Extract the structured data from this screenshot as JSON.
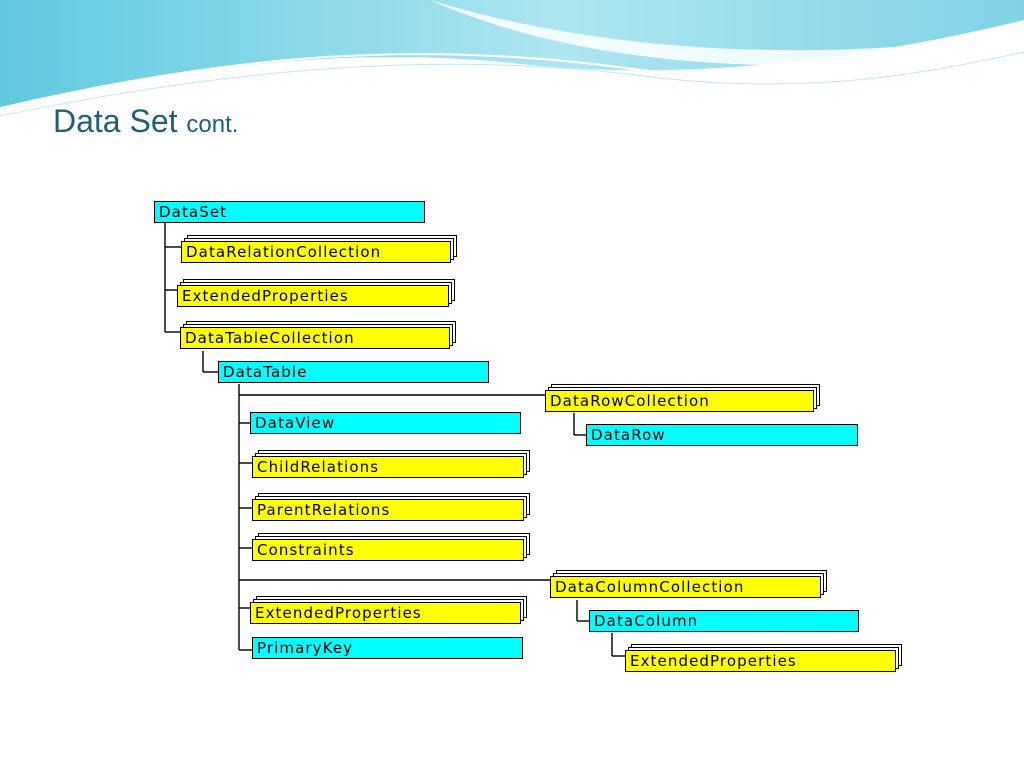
{
  "title": {
    "main": "Data Set",
    "sub": "cont."
  },
  "colors": {
    "collection": "#ffff00",
    "object": "#00ffff",
    "title": "#1f5f7a",
    "line": "#000000"
  },
  "nodes": {
    "dataset": "DataSet",
    "data_relation_collection": "DataRelationCollection",
    "extended_properties_dataset": "ExtendedProperties",
    "data_table_collection": "DataTableCollection",
    "data_table": "DataTable",
    "data_row_collection": "DataRowCollection",
    "data_row": "DataRow",
    "data_view": "DataView",
    "child_relations": "ChildRelations",
    "parent_relations": "ParentRelations",
    "constraints": "Constraints",
    "data_column_collection": "DataColumnCollection",
    "data_column": "DataColumn",
    "extended_properties_table": "ExtendedProperties",
    "primary_key": "PrimaryKey",
    "extended_properties_column": "ExtendedProperties"
  }
}
